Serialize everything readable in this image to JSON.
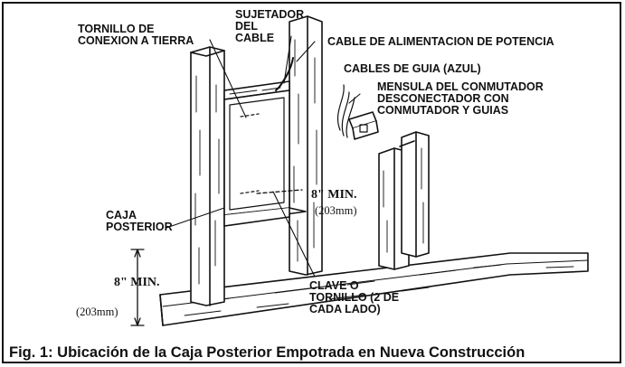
{
  "labels": {
    "grounding_screw": "TORNILLO DE\nCONEXION A TIERRA",
    "cable_clamp": "SUJETADOR\nDEL\nCABLE",
    "power_cable": "CABLE DE ALIMENTACION DE POTENCIA",
    "guide_cables": "CABLES DE GUIA (AZUL)",
    "switch_bracket": "MENSULA DEL CONMUTADOR\nDESCONECTADOR CON\nCONMUTADOR Y GUIAS",
    "back_box": "CAJA\nPOSTERIOR",
    "min_side": "8\" MIN.",
    "min_side_mm": "(203mm)",
    "min_bottom": "8\" MIN.",
    "min_bottom_mm": "(203mm)",
    "key_screw": "CLAVE O\nTORNILLO (2 DE\nCADA LADO)"
  },
  "caption": "Fig. 1: Ubicación de la Caja Posterior Empotrada en Nueva Construcción",
  "colors": {
    "ink": "#111111",
    "background": "#ffffff"
  }
}
